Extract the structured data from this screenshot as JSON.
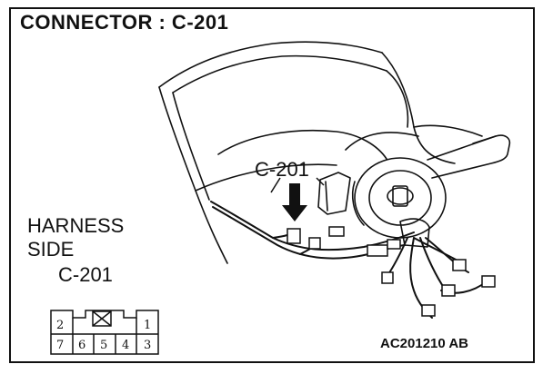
{
  "title": "CONNECTOR : C-201",
  "harness_label_line1": "HARNESS",
  "harness_label_line2": "SIDE",
  "harness_connector": "C-201",
  "callout_label": "C-201",
  "figure_code": "AC201210 AB",
  "connector_pins": {
    "top_row": [
      "2",
      "1"
    ],
    "bottom_row": [
      "7",
      "6",
      "5",
      "4",
      "3"
    ]
  }
}
